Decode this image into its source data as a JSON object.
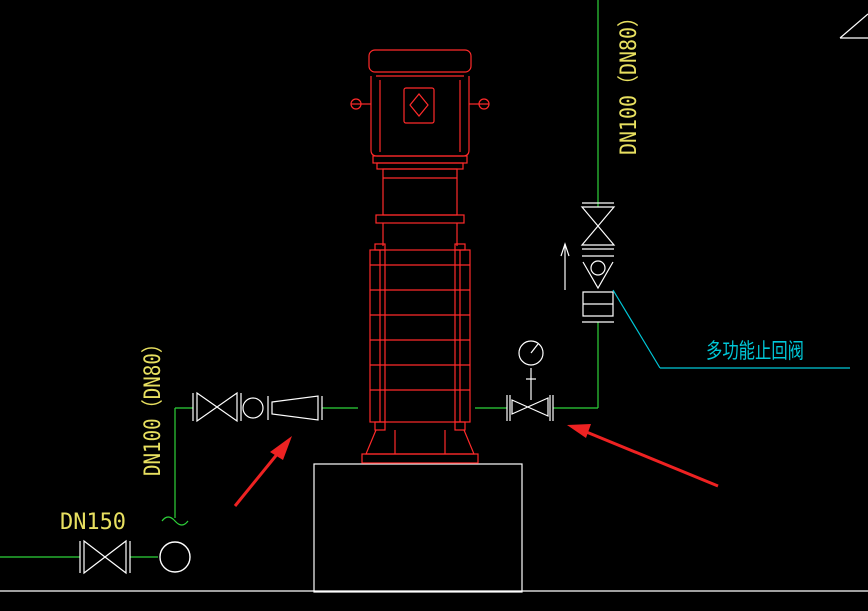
{
  "labels": {
    "right_riser_size": "DN100（DN80）",
    "left_riser_size": "DN100（DN80）",
    "main_line_size": "DN150",
    "check_valve_callout": "多功能止回阀"
  },
  "colors": {
    "background": "#000000",
    "pipe": "#2ed23a",
    "pump": "#ff2a2a",
    "equipment": "#ffffff",
    "text": "#e8e060",
    "leader": "#00c8d8",
    "annotation_arrow": "#ee2222"
  }
}
